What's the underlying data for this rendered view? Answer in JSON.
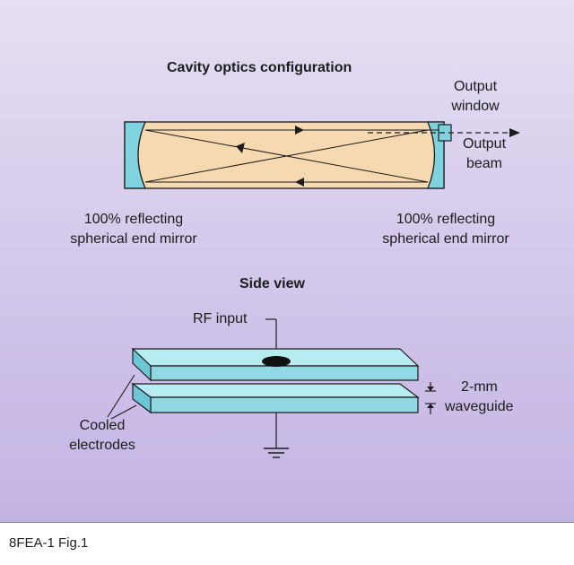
{
  "figure": {
    "cavity_title": "Cavity optics configuration",
    "output_window_label": [
      "Output",
      "window"
    ],
    "output_beam_label": [
      "Output",
      "beam"
    ],
    "left_mirror_label": [
      "100% reflecting",
      "spherical end mirror"
    ],
    "right_mirror_label": [
      "100% reflecting",
      "spherical end mirror"
    ],
    "side_view_title": "Side view",
    "rf_input_label": "RF input",
    "gap_label": [
      "2-mm",
      "waveguide"
    ],
    "electrodes_label": [
      "Cooled",
      "electrodes"
    ]
  },
  "caption": "8FEA-1 Fig.1",
  "colors": {
    "background_top": "#e6dff3",
    "background_bottom": "#c3b3e3",
    "cavity_fill": "#f6d9b0",
    "mirror_fill": "#7fd3df",
    "electrode_fill": "#9fe0ea",
    "line": "#1c1c1c"
  }
}
